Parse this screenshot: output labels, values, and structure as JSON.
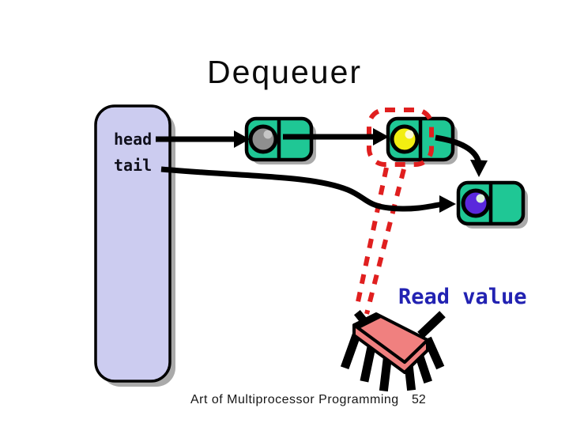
{
  "slide": {
    "title": "Dequeuer",
    "labels": {
      "head": "head",
      "tail": "tail"
    },
    "annotation": {
      "text": "Read value"
    },
    "footer": {
      "course": "Art of Multiprocessor Programming",
      "page": "52"
    }
  },
  "diagram": {
    "queue_nodes": [
      {
        "id": "queue-node-1",
        "ball": "gray",
        "pointed_by": "head"
      },
      {
        "id": "queue-node-2",
        "ball": "yellow",
        "state": "highlighted with red dashed outline, value read by CPU chip"
      },
      {
        "id": "queue-node-3",
        "ball": "purple",
        "pointed_by": "tail"
      }
    ],
    "icons": [
      "cpu-chip-icon"
    ]
  },
  "colors": {
    "slide-bg": "#ffffff",
    "box-fill": "#ccccf0",
    "node-fill": "#1fc795",
    "shadow": "#aaaaaa",
    "ball-gray": "#8f8f8f",
    "ball-gray-hi": "#c6c6c6",
    "ball-yellow": "#f2ee11",
    "ball-yellow-hi": "#fdf9cf",
    "ball-purple": "#5a28dc",
    "ball-purple-hi": "#dcefdc",
    "dash-red": "#e01f1f",
    "chip-pink": "#f0807f",
    "text-blue": "#2222b2",
    "ink": "#000000"
  }
}
